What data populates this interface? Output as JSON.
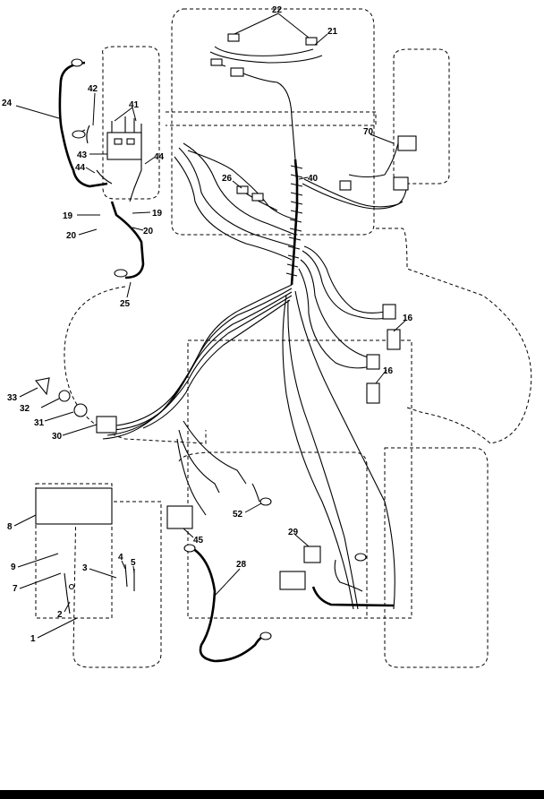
{
  "callouts": [
    {
      "id": "c22",
      "text": "22"
    },
    {
      "id": "c21",
      "text": "21"
    },
    {
      "id": "c24",
      "text": "24"
    },
    {
      "id": "c42",
      "text": "42"
    },
    {
      "id": "c41",
      "text": "41"
    },
    {
      "id": "c70",
      "text": "70"
    },
    {
      "id": "c43",
      "text": "43"
    },
    {
      "id": "c44a",
      "text": "44"
    },
    {
      "id": "c44b",
      "text": "44"
    },
    {
      "id": "c26",
      "text": "26"
    },
    {
      "id": "c40",
      "text": "40"
    },
    {
      "id": "c19a",
      "text": "19"
    },
    {
      "id": "c19b",
      "text": "19"
    },
    {
      "id": "c20a",
      "text": "20"
    },
    {
      "id": "c20b",
      "text": "20"
    },
    {
      "id": "c25",
      "text": "25"
    },
    {
      "id": "c16a",
      "text": "16"
    },
    {
      "id": "c16b",
      "text": "16"
    },
    {
      "id": "c33",
      "text": "33"
    },
    {
      "id": "c32",
      "text": "32"
    },
    {
      "id": "c31",
      "text": "31"
    },
    {
      "id": "c30",
      "text": "30"
    },
    {
      "id": "c52",
      "text": "52"
    },
    {
      "id": "c8",
      "text": "8"
    },
    {
      "id": "c45",
      "text": "45"
    },
    {
      "id": "c29",
      "text": "29"
    },
    {
      "id": "c9",
      "text": "9"
    },
    {
      "id": "c4",
      "text": "4"
    },
    {
      "id": "c5",
      "text": "5"
    },
    {
      "id": "c3",
      "text": "3"
    },
    {
      "id": "c28",
      "text": "28"
    },
    {
      "id": "c7",
      "text": "7"
    },
    {
      "id": "c2",
      "text": "2"
    },
    {
      "id": "c1",
      "text": "1"
    }
  ]
}
